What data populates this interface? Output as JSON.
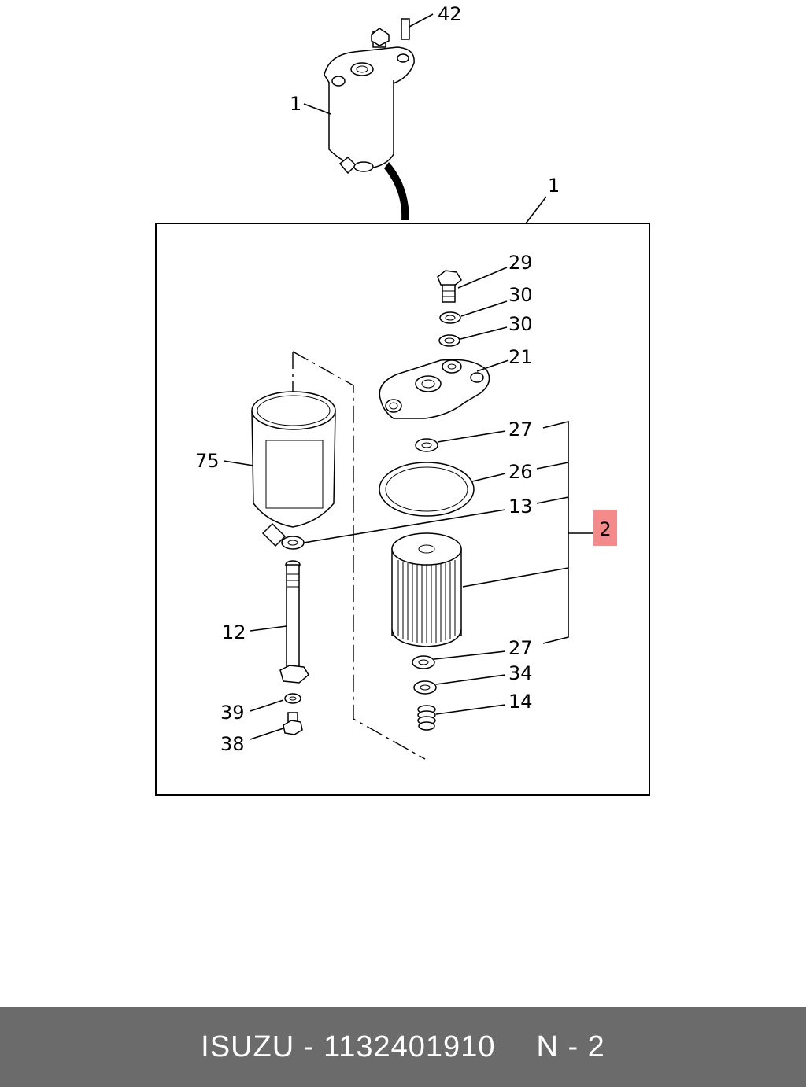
{
  "diagram": {
    "callouts": {
      "assembly_top": "1",
      "bolt_top": "42",
      "assembly_box": "1",
      "bolt": "29",
      "washer_a": "30",
      "washer_b": "30",
      "head": "21",
      "gasket_top": "27",
      "oring": "26",
      "seal": "13",
      "kit": "2",
      "bowl": "75",
      "rod": "12",
      "gasket_bottom": "27",
      "washer_c": "34",
      "spring": "14",
      "washer_d": "39",
      "plug": "38"
    },
    "highlight_color": "#f48a8a"
  },
  "footer": {
    "brand_part": "ISUZU - 1132401910",
    "page": "N - 2",
    "background": "#6b6b6b"
  }
}
